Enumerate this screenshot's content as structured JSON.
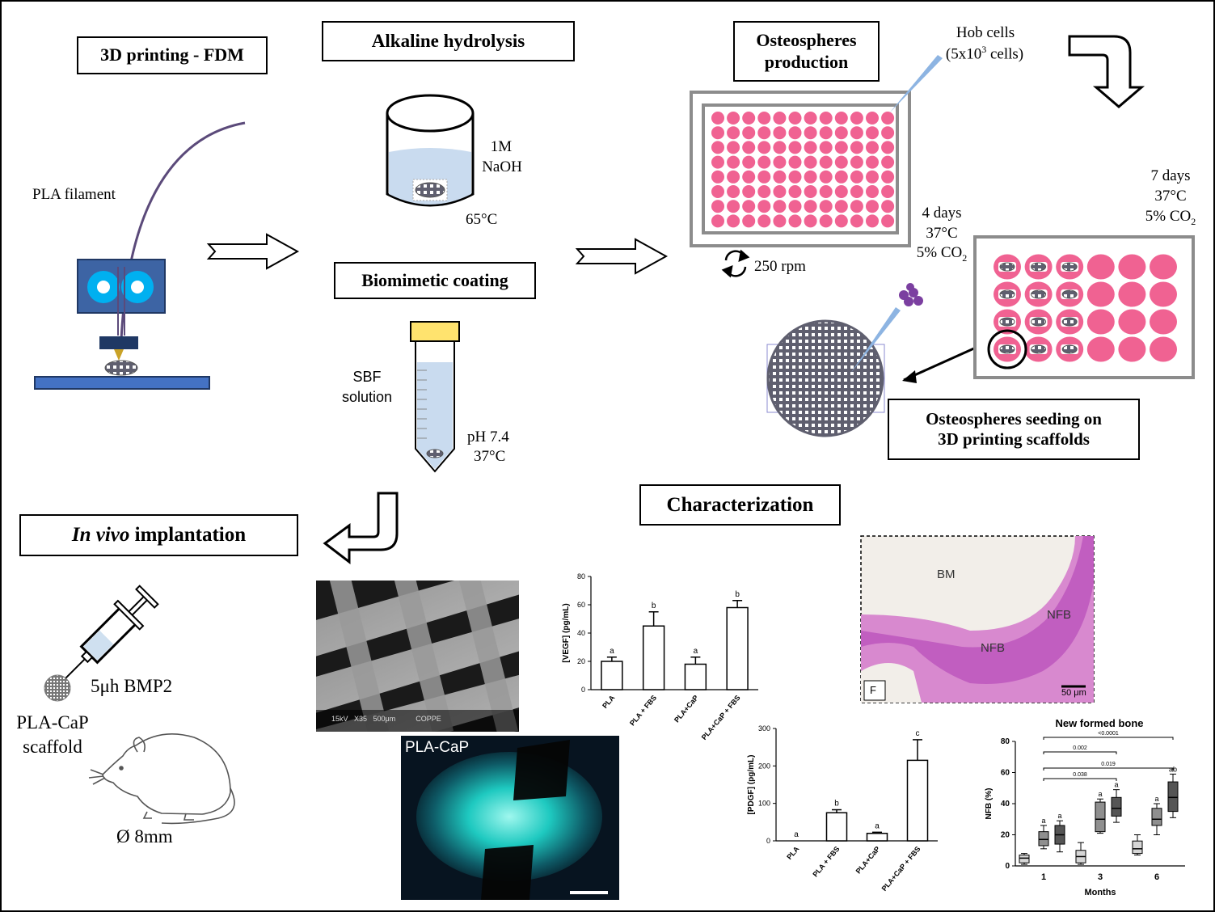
{
  "boxes": {
    "printing": "3D printing - FDM",
    "alkaline": "Alkaline hydrolysis",
    "biomimetic": "Biomimetic coating",
    "osteo_production_line1": "Osteospheres",
    "osteo_production_line2": "production",
    "seeding_line1": "Osteospheres seeding on",
    "seeding_line2": "3D printing scaffolds",
    "characterization": "Characterization",
    "invivo_italic": "In vivo",
    "invivo_rest": " implantation"
  },
  "labels": {
    "pla_filament": "PLA filament",
    "naoh_line1": "1M",
    "naoh_line2": "NaOH",
    "temp_65": "65°C",
    "sbf_line1": "SBF",
    "sbf_line2": "solution",
    "ph": "pH 7.4",
    "temp_37": "37°C",
    "hob_line1": "Hob cells",
    "hob_line2_prefix": "(5x10",
    "hob_line2_sup": "3",
    "hob_line2_suffix": " cells)",
    "rpm": "250 rpm",
    "days4": "4 days",
    "days4_temp": "37°C",
    "days4_co2": "5% CO",
    "days4_co2_sub": "2",
    "days7": "7 days",
    "days7_temp": "37°C",
    "days7_co2": "5% CO",
    "days7_co2_sub": "2",
    "bmp2": "5μh BMP2",
    "scaffold_line1": "PLA-CaP",
    "scaffold_line2": "scaffold",
    "diameter": "Ø 8mm",
    "sem_footer": "15kV   X35   500μm          COPPE",
    "fluor_label": "PLA-CaP",
    "histo_bm": "BM",
    "histo_nfb1": "NFB",
    "histo_nfb2": "NFB",
    "histo_f": "F",
    "histo_scale": "50 μm"
  },
  "chart_data": [
    {
      "type": "bar",
      "ylabel": "[VEGF] (pg/mL)",
      "categories": [
        "PLA",
        "PLA + FBS",
        "PLA+CaP",
        "PLA+CaP + FBS"
      ],
      "values": [
        20,
        45,
        18,
        58
      ],
      "errors": [
        3,
        10,
        5,
        5
      ],
      "letters": [
        "a",
        "b",
        "a",
        "b"
      ],
      "ylim": [
        0,
        80
      ],
      "yticks": [
        "0",
        "20",
        "40",
        "60",
        "80"
      ]
    },
    {
      "type": "bar",
      "ylabel": "[PDGF] (pg/mL)",
      "categories": [
        "PLA",
        "PLA + FBS",
        "PLA+CaP",
        "PLA+CaP + FBS"
      ],
      "values": [
        0,
        75,
        20,
        215
      ],
      "errors": [
        0,
        8,
        3,
        55
      ],
      "letters": [
        "a",
        "b",
        "a",
        "c"
      ],
      "ylim": [
        0,
        300
      ],
      "yticks": [
        "0",
        "100",
        "200",
        "300"
      ]
    },
    {
      "type": "box",
      "title": "New formed bone",
      "xlabel": "Months",
      "ylabel": "NFB (%)",
      "groups": [
        "1",
        "3",
        "6"
      ],
      "ylim": [
        0,
        80
      ],
      "yticks": [
        "0",
        "20",
        "40",
        "60",
        "80"
      ],
      "boxes": [
        {
          "group": "1",
          "shade": "light",
          "min": 1,
          "q1": 2,
          "median": 5,
          "q3": 7,
          "max": 8,
          "letter": ""
        },
        {
          "group": "1",
          "shade": "mid",
          "min": 11,
          "q1": 13,
          "median": 17,
          "q3": 22,
          "max": 26,
          "letter": "a"
        },
        {
          "group": "1",
          "shade": "dark",
          "min": 9,
          "q1": 14,
          "median": 20,
          "q3": 26,
          "max": 29,
          "letter": "a"
        },
        {
          "group": "3",
          "shade": "light",
          "min": 1,
          "q1": 2,
          "median": 6,
          "q3": 10,
          "max": 15,
          "letter": ""
        },
        {
          "group": "3",
          "shade": "mid",
          "min": 21,
          "q1": 22,
          "median": 30,
          "q3": 41,
          "max": 43,
          "letter": "a"
        },
        {
          "group": "3",
          "shade": "dark",
          "min": 28,
          "q1": 32,
          "median": 37,
          "q3": 44,
          "max": 49,
          "letter": "a"
        },
        {
          "group": "6",
          "shade": "light",
          "min": 7,
          "q1": 8,
          "median": 11,
          "q3": 16,
          "max": 20,
          "letter": ""
        },
        {
          "group": "6",
          "shade": "mid",
          "min": 20,
          "q1": 26,
          "median": 30,
          "q3": 37,
          "max": 40,
          "letter": "a"
        },
        {
          "group": "6",
          "shade": "dark",
          "min": 31,
          "q1": 35,
          "median": 44,
          "q3": 54,
          "max": 59,
          "letter": "ab"
        }
      ],
      "brackets": [
        {
          "from": "1",
          "to": "3",
          "label": "0.038"
        },
        {
          "from": "1",
          "to": "6",
          "label": "0.019"
        },
        {
          "from": "1",
          "to": "3",
          "label": "0.002"
        },
        {
          "from": "1",
          "to": "6",
          "label": "<0.0001"
        }
      ]
    }
  ],
  "colors": {
    "well_pink": "#f06292",
    "printer_blue": "#3d64a4",
    "nozzle_navy": "#1f3864",
    "eye_cyan": "#00b0f0",
    "bed_blue": "#4472c4",
    "filament": "#5b4a7a",
    "scaffold_gray": "#5f5f6f",
    "liquid": "#c9dbef",
    "cap_yellow": "#ffe36e",
    "pipette": "#8db4e2",
    "cells_purple": "#7b3fa0"
  }
}
